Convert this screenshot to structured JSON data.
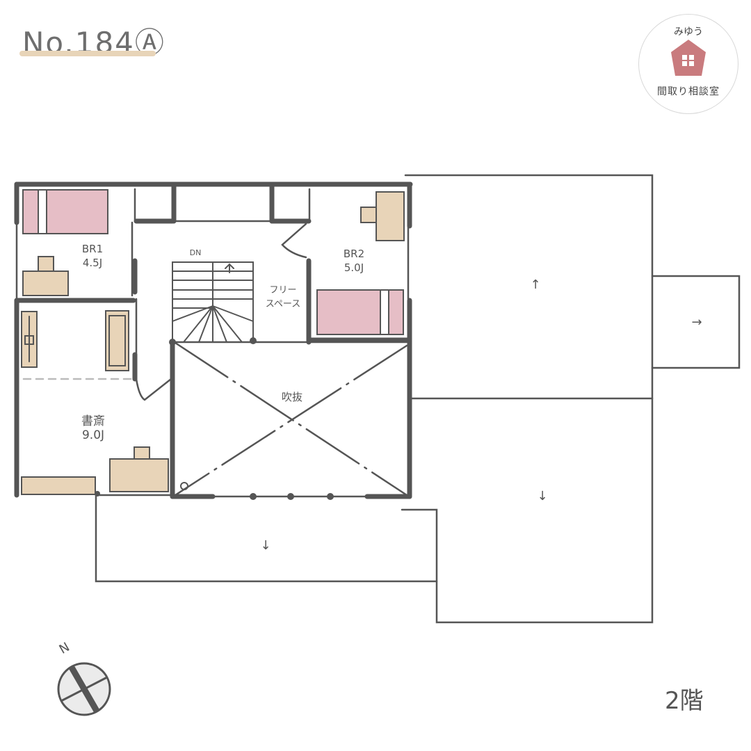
{
  "header": {
    "plan_number": "No.184Ⓐ",
    "underline_color": "#e8d4b8"
  },
  "logo": {
    "top_text": "みゆう",
    "name": "間取り相談室",
    "icon": "house-icon",
    "house_color": "#c97b7e"
  },
  "rooms": {
    "br1": {
      "name": "BR1",
      "size": "4.5J"
    },
    "br2": {
      "name": "BR2",
      "size": "5.0J"
    },
    "study": {
      "name": "書斎",
      "size": "9.0J"
    },
    "free_space": {
      "line1": "フリー",
      "line2": "スペース"
    },
    "void": {
      "name": "吹抜"
    },
    "stairs": {
      "label": "DN"
    }
  },
  "roof_arrows": {
    "upper_right": "↑",
    "right_annex": "→",
    "lower_right": "↓",
    "lower_center": "↓"
  },
  "compass": {
    "label": "N"
  },
  "floor_label": "2階",
  "colors": {
    "wall": "#555555",
    "bed": "#e6bec6",
    "furniture": "#e8d4b8",
    "line": "#555555"
  }
}
